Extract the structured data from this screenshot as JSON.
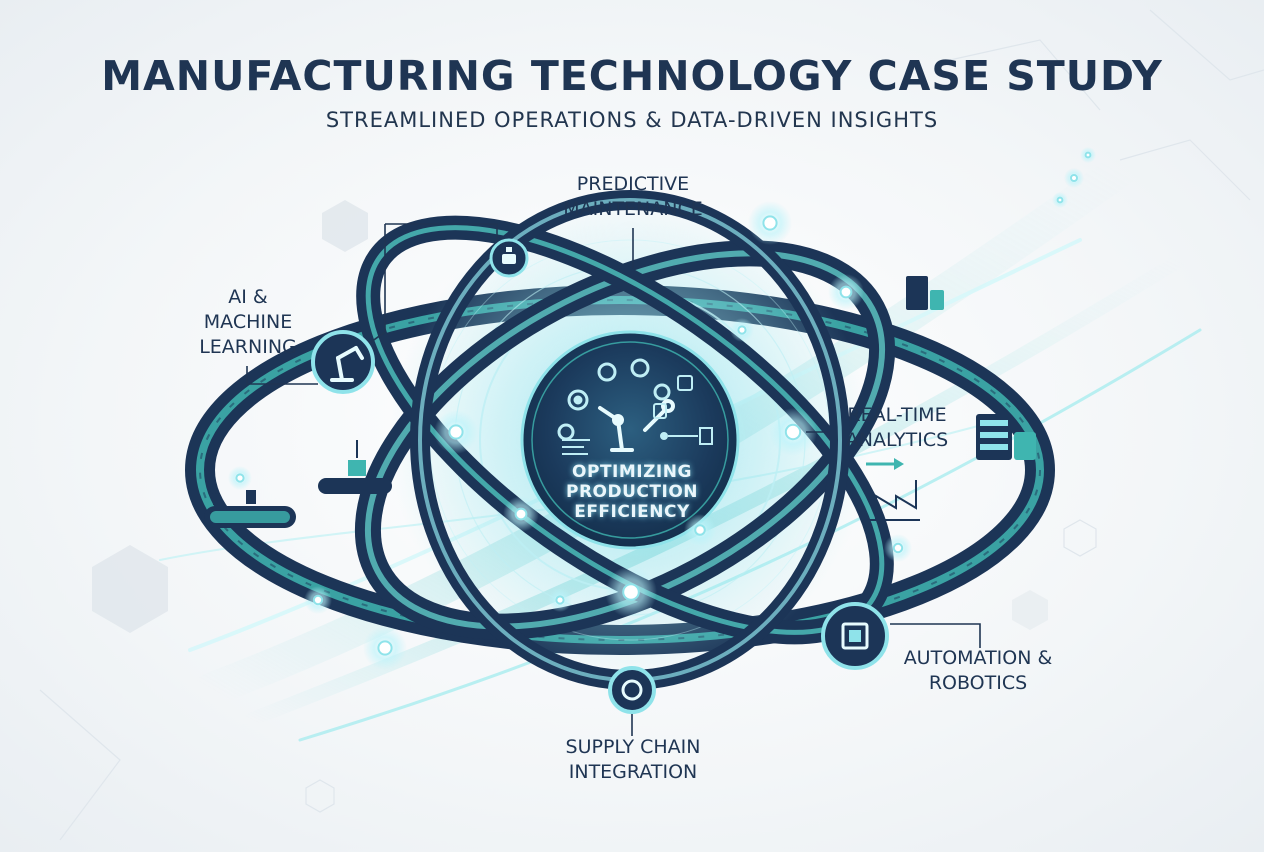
{
  "header": {
    "title": "MANUFACTURING TECHNOLOGY CASE STUDY",
    "subtitle": "STREAMLINED OPERATIONS & DATA-DRIVEN INSIGHTS"
  },
  "hub": {
    "lines": [
      "OPTIMIZING",
      "PRODUCTION",
      "EFFICIENCY"
    ],
    "icons": [
      "gear-icon",
      "robot-arm-icon",
      "wrench-icon",
      "chip-icon",
      "document-icon"
    ]
  },
  "nodes": {
    "predictive": {
      "lines": [
        "PREDICTIVE",
        "MAINTENANCE"
      ],
      "icon": "robot-head-icon"
    },
    "ai": {
      "lines": [
        "AI &",
        "MACHINE",
        "LEARNING"
      ],
      "icon": "robot-arm-icon"
    },
    "realtime": {
      "lines": [
        "REAL-TIME",
        "ANALYTICS"
      ],
      "icon": "server-rack-icon"
    },
    "automation": {
      "lines": [
        "AUTOMATION &",
        "ROBOTICS"
      ],
      "icon": "chip-icon"
    },
    "supply": {
      "lines": [
        "SUPPLY CHAIN",
        "INTEGRATION"
      ],
      "icon": "target-ring-icon"
    }
  },
  "colors": {
    "navy": "#1c3557",
    "teal": "#3fb5b0",
    "aqua": "#8fe3ea",
    "glow": "#c9f5fb",
    "text": "#1f3553"
  }
}
